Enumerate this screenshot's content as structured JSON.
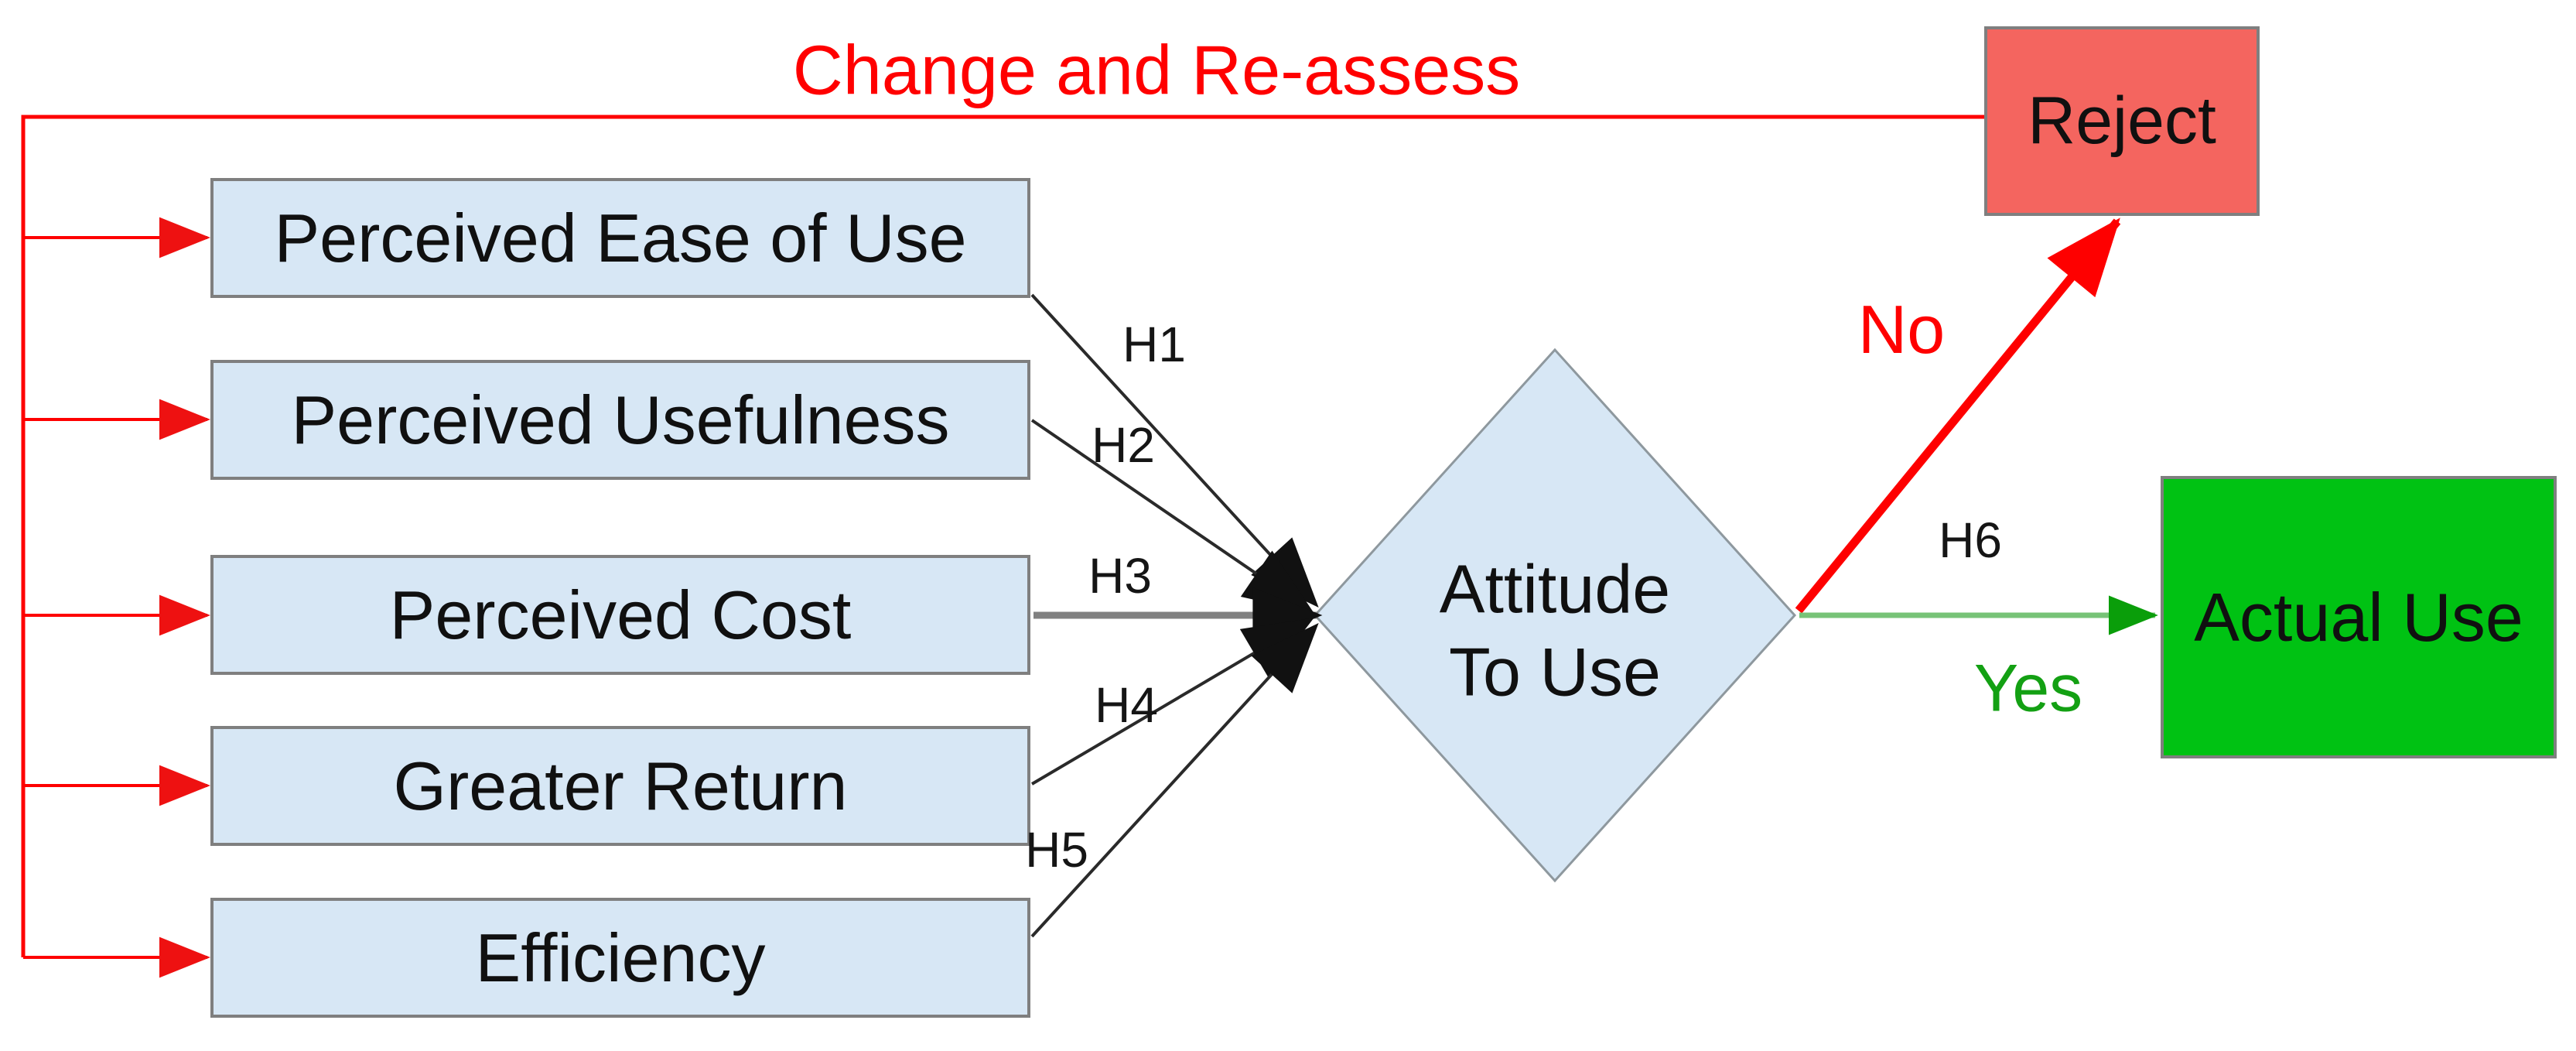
{
  "diagram": {
    "feedback_label": "Change and Re-assess",
    "factors": [
      {
        "label": "Perceived Ease of Use",
        "hypothesis": "H1"
      },
      {
        "label": "Perceived Usefulness",
        "hypothesis": "H2"
      },
      {
        "label": "Perceived Cost",
        "hypothesis": "H3"
      },
      {
        "label": "Greater Return",
        "hypothesis": "H4"
      },
      {
        "label": "Efficiency",
        "hypothesis": "H5"
      }
    ],
    "decision": {
      "label_line1": "Attitude",
      "label_line2": "To Use"
    },
    "edges": {
      "no_label": "No",
      "yes_label": "Yes",
      "outcome_hypothesis": "H6"
    },
    "outcomes": {
      "reject_label": "Reject",
      "accept_label": "Actual Use"
    },
    "colors": {
      "factor_fill": "#d7e7f5",
      "node_border": "#7f7f7f",
      "reject_fill": "#f4655f",
      "accept_fill": "#00c213",
      "feedback_red": "#ff0000",
      "yes_line": "#77c377",
      "yes_arrowhead": "#0a9e0a",
      "yes_text": "#13a013",
      "h3_line_gray": "#808080",
      "hypothesis_line": "#2a2a2a"
    }
  }
}
